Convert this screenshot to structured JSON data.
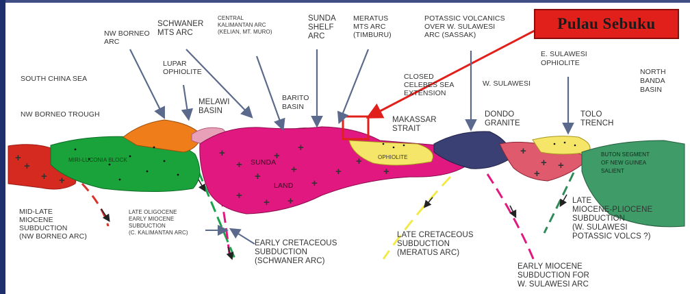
{
  "title_box": "Pulau Sebuku",
  "labels": {
    "south_china_sea": "SOUTH CHINA SEA",
    "nw_borneo_trough": "NW BORNEO TROUGH",
    "nw_borneo_arc": [
      "NW BORNEO",
      "ARC"
    ],
    "schwaner_mts_arc": [
      "SCHWANER",
      "MTS ARC"
    ],
    "central_kalimantan_arc": [
      "CENTRAL",
      "KALIMANTAN ARC",
      "(KELIAN, MT. MURO)"
    ],
    "sunda_shelf_arc": [
      "SUNDA",
      "SHELF",
      "ARC"
    ],
    "meratus_mts_arc": [
      "MERATUS",
      "MTS ARC",
      "(TIMBURU)"
    ],
    "potassic_volcanics": [
      "POTASSIC VOLCANICS",
      "OVER W. SULAWESI",
      "ARC (SASSAK)"
    ],
    "lupar_ophiolite": [
      "LUPAR",
      "OPHIOLITE"
    ],
    "melawi_basin": [
      "MELAWI",
      "BASIN"
    ],
    "barito_basin": [
      "BARITO",
      "BASIN"
    ],
    "closed_celebes": [
      "CLOSED",
      "CELEBES SEA",
      "EXTENSION"
    ],
    "w_sulawesi": "W. SULAWESI",
    "e_sulawesi_ophiolite": [
      "E. SULAWESI",
      "OPHIOLITE"
    ],
    "north_banda_basin": [
      "NORTH",
      "BANDA",
      "BASIN"
    ],
    "makassar_strait": [
      "MAKASSAR",
      "STRAIT"
    ],
    "dondo_granite": [
      "DONDO",
      "GRANITE"
    ],
    "tolo_trench": [
      "TOLO",
      "TRENCH"
    ],
    "miri_luconia_block": "MIRI-LUCONIA BLOCK",
    "sunda_land": [
      "SUNDA",
      "LAND"
    ],
    "ophiolite": "OPHIOLITE",
    "buton_segment": [
      "BUTON SEGMENT",
      "OF NEW GUINEA",
      "SALIENT"
    ],
    "mid_late_miocene": [
      "MID-LATE",
      "MIOCENE",
      "SUBDUCTION",
      "(NW BORNEO ARC)"
    ],
    "late_oligocene": [
      "LATE OLIGOCENE",
      "EARLY MIOCENE",
      "SUBDUCTION",
      "(C. KALIMANTAN ARC)"
    ],
    "early_cretaceous": [
      "EARLY CRETACEOUS",
      "SUBDUCTION",
      "(SCHWANER ARC)"
    ],
    "late_cretaceous": [
      "LATE CRETACEOUS",
      "SUBDUCTION",
      "(MERATUS ARC)"
    ],
    "early_miocene_wsul": [
      "EARLY MIOCENE",
      "SUBDUCTION FOR",
      "W. SULAWESI ARC"
    ],
    "late_miocene_pliocene": [
      "LATE",
      "MIOCENE-PLIOCENE",
      "SUBDUCTION",
      "(W. SULAWESI",
      "POTASSIC VOLCS ?)"
    ]
  },
  "colors": {
    "title_fill": "#e1201c",
    "highlight": "#e1201c",
    "sunda_land": "#e0187f",
    "miri_luconia": "#19a33a",
    "red_block": "#d42a1f",
    "orange_arc": "#ef7e1a",
    "ophiolite_yellow": "#f5e66a",
    "navy_granite": "#3a3f74",
    "pink_sulawesi": "#e05a6e",
    "buton_green": "#3f9b68",
    "arrow": "#5b6a8c"
  }
}
